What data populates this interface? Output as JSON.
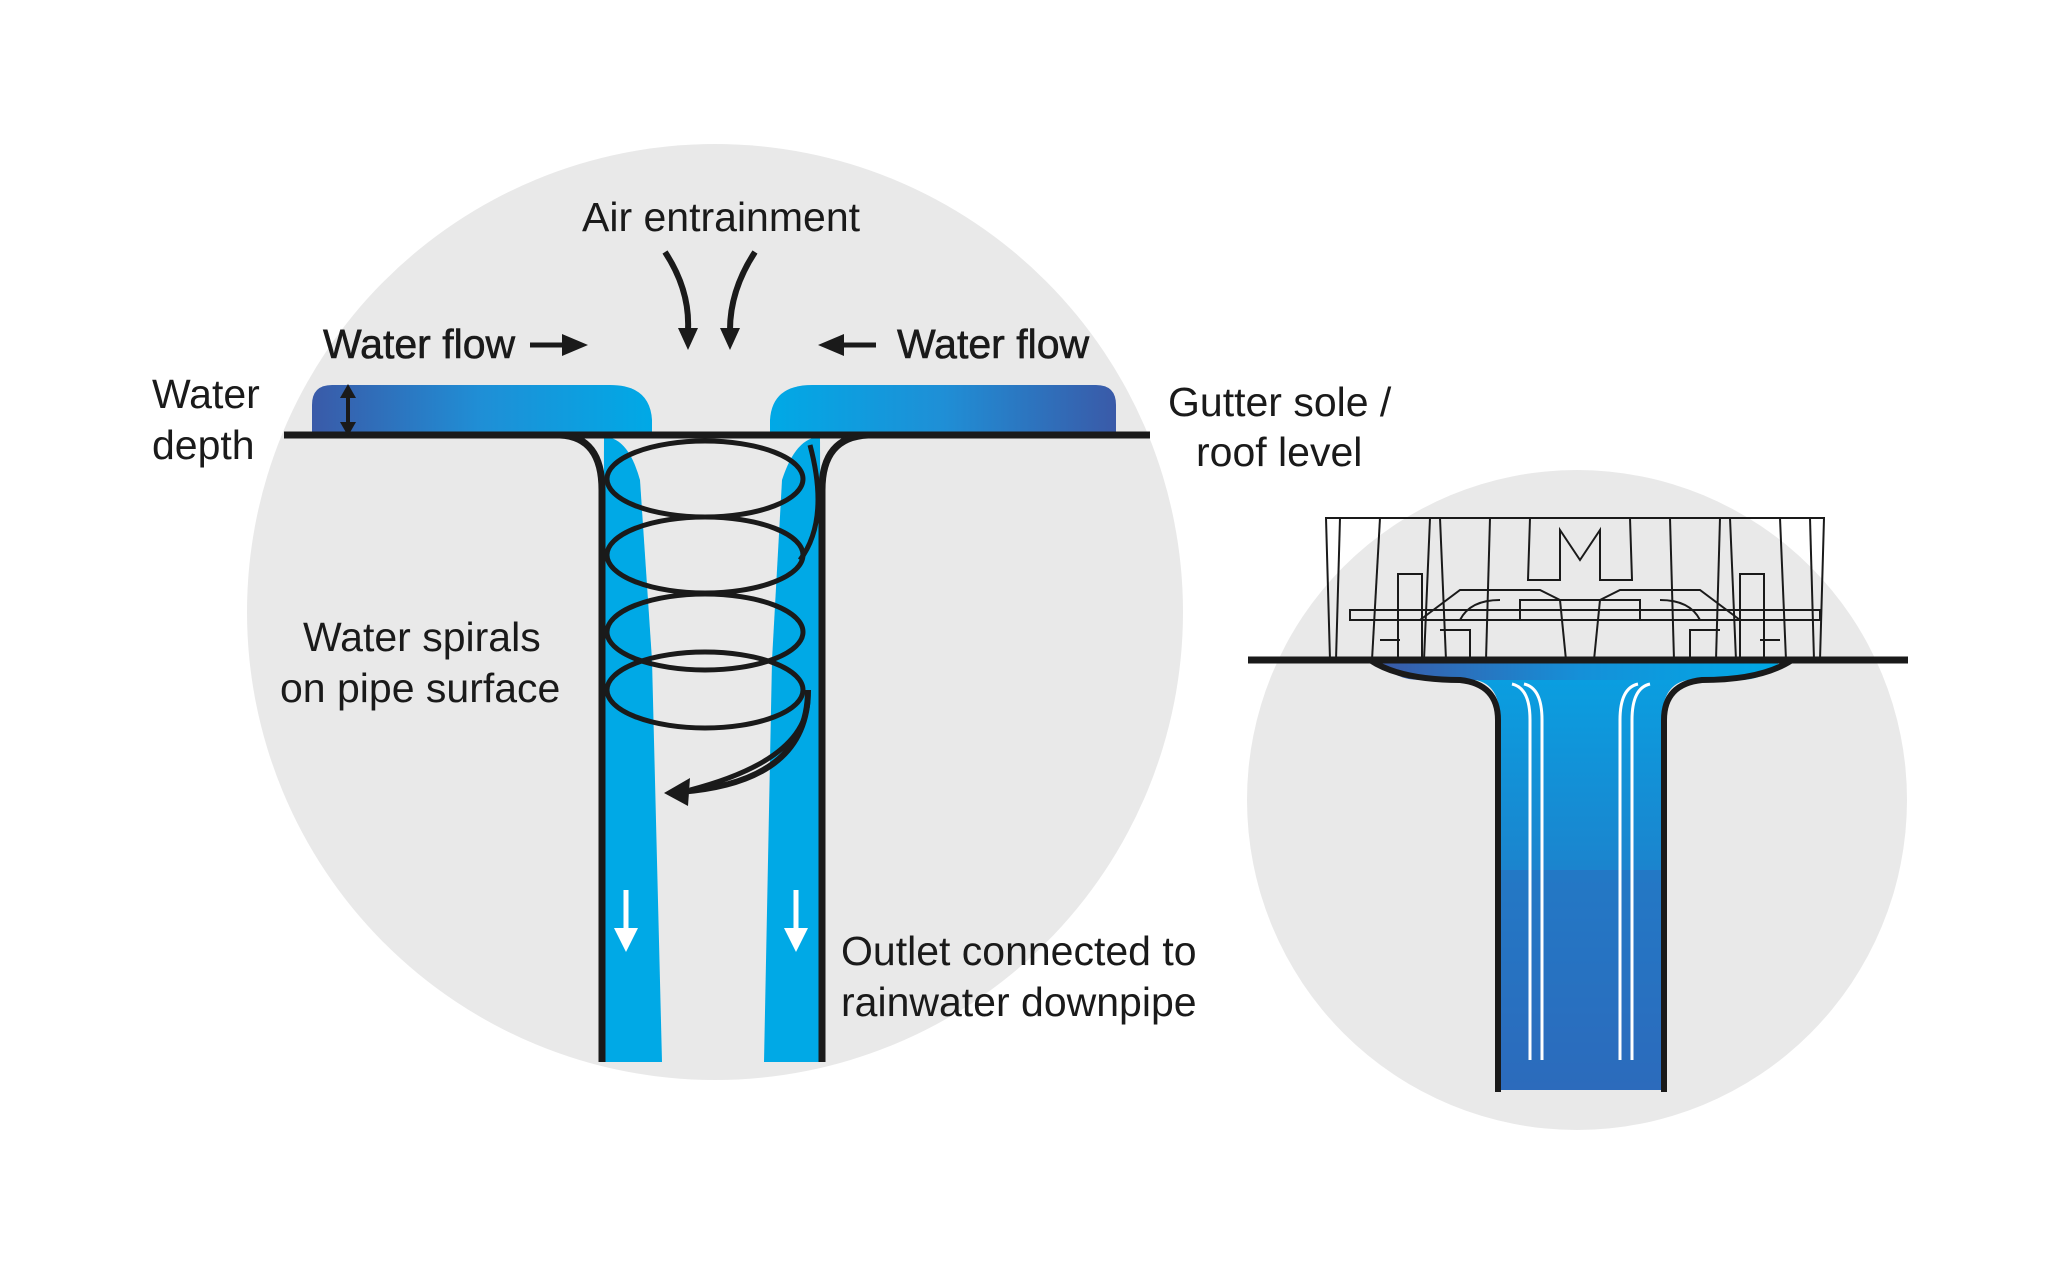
{
  "labels": {
    "air_entrainment": "Air entrainment",
    "water_flow_left": "Water flow",
    "water_flow_right": "Water flow",
    "water_depth_line1": "Water",
    "water_depth_line2": "depth",
    "gutter_line1": "Gutter sole /",
    "gutter_line2": "roof level",
    "spirals_line1": "Water spirals",
    "spirals_line2": "on pipe surface",
    "outlet_line1": "Outlet connected to",
    "outlet_line2": "rainwater downpipe"
  },
  "colors": {
    "background_circle": "#e9e9e9",
    "water_light": "#00a9e6",
    "water_mid": "#1a8fd6",
    "water_dark": "#3157a8",
    "line": "#1a1a1a",
    "white": "#ffffff"
  },
  "icons": [
    "down-arrow-icon",
    "right-arrow-icon",
    "left-arrow-icon",
    "curved-arrow-icon",
    "double-arrow-icon"
  ]
}
